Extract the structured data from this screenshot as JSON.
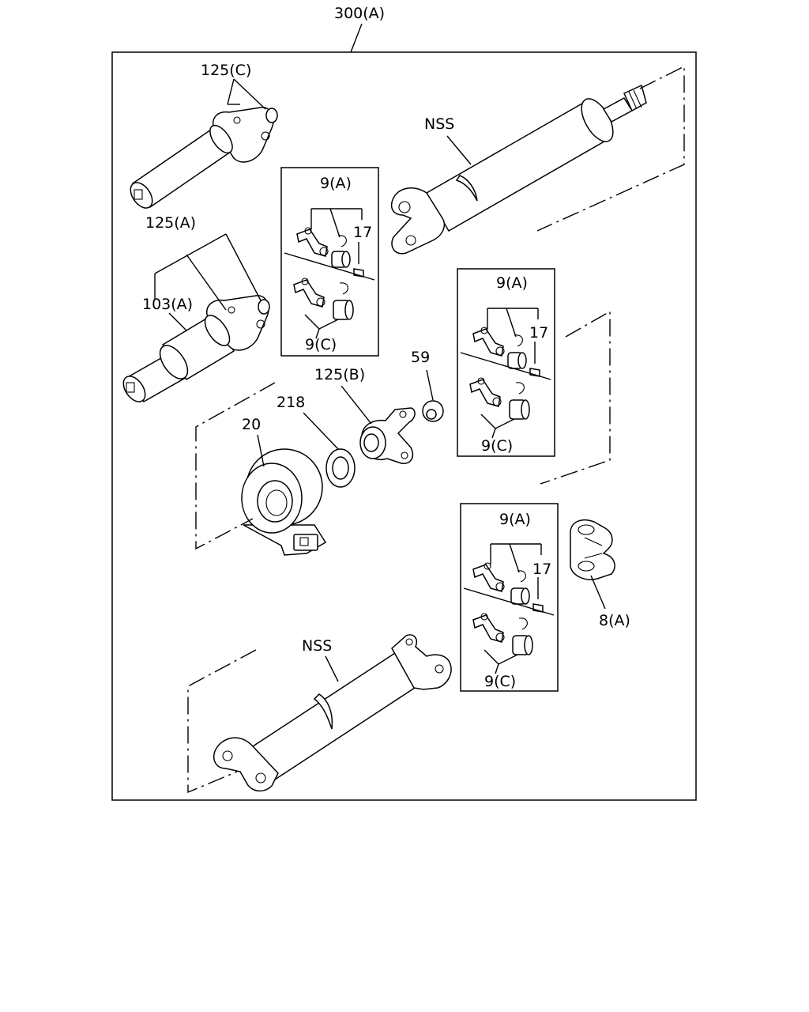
{
  "diagram": {
    "assembly_label": "300(A)",
    "labels": {
      "yoke_c": "125(C)",
      "yoke_a": "125(A)",
      "shaft_103a": "103(A)",
      "yoke_b": "125(B)",
      "bearing": "20",
      "washer": "218",
      "nut": "59",
      "flange_yoke": "8(A)",
      "nss_top": "NSS",
      "nss_bottom": "NSS"
    },
    "ujoint_kits": [
      {
        "spider": "9(A)",
        "grease_fitting": "17",
        "bearing_cup": "9(C)"
      },
      {
        "spider": "9(A)",
        "grease_fitting": "17",
        "bearing_cup": "9(C)"
      },
      {
        "spider": "9(A)",
        "grease_fitting": "17",
        "bearing_cup": "9(C)"
      }
    ]
  }
}
